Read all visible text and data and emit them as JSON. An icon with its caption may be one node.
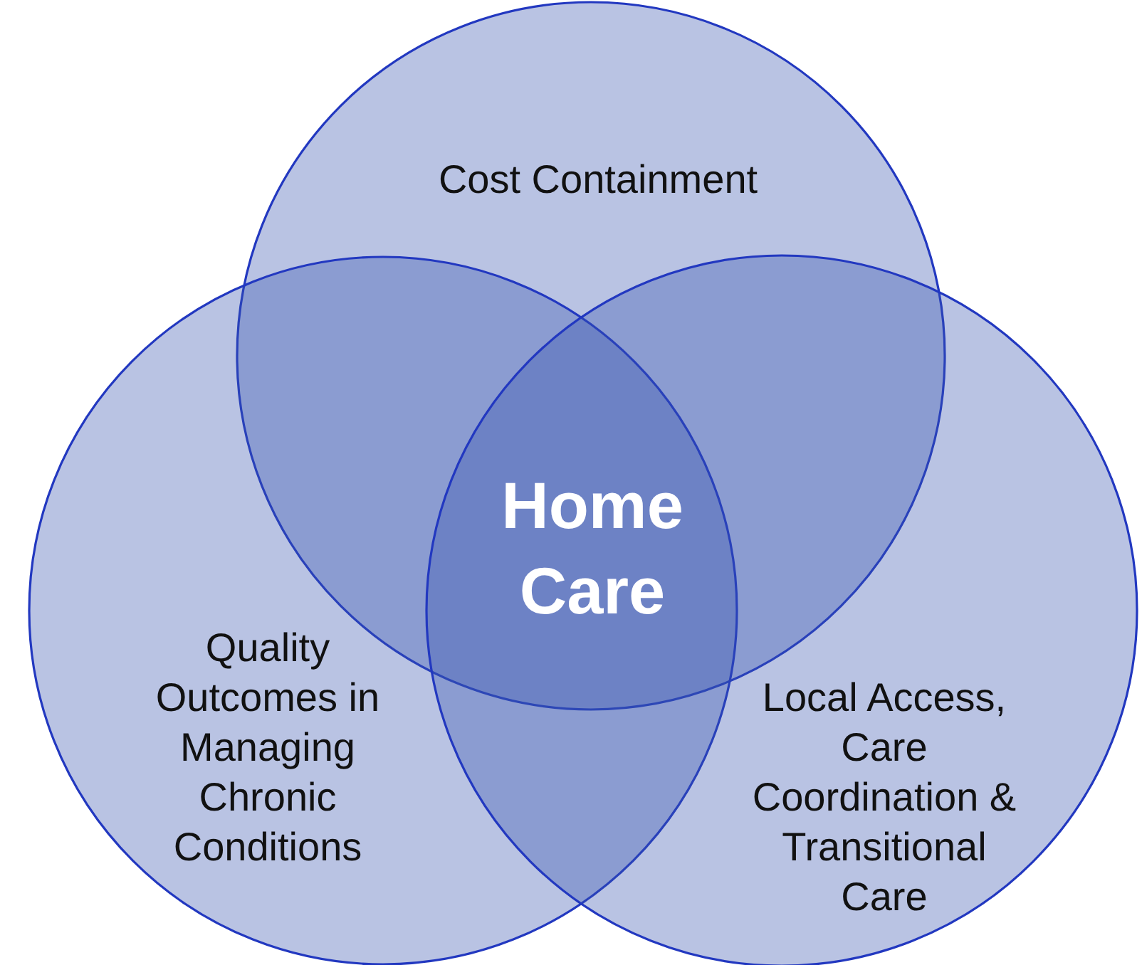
{
  "diagram": {
    "nodes": [
      {
        "text": [
          "Cost Containment"
        ]
      },
      {
        "text": [
          "Quality Outcomes in Managing Chronic Conditions"
        ]
      },
      {
        "text": [
          "Local Access, Care Coordination & Transitional Care"
        ]
      }
    ],
    "labels": [
      "Home Care"
    ]
  }
}
